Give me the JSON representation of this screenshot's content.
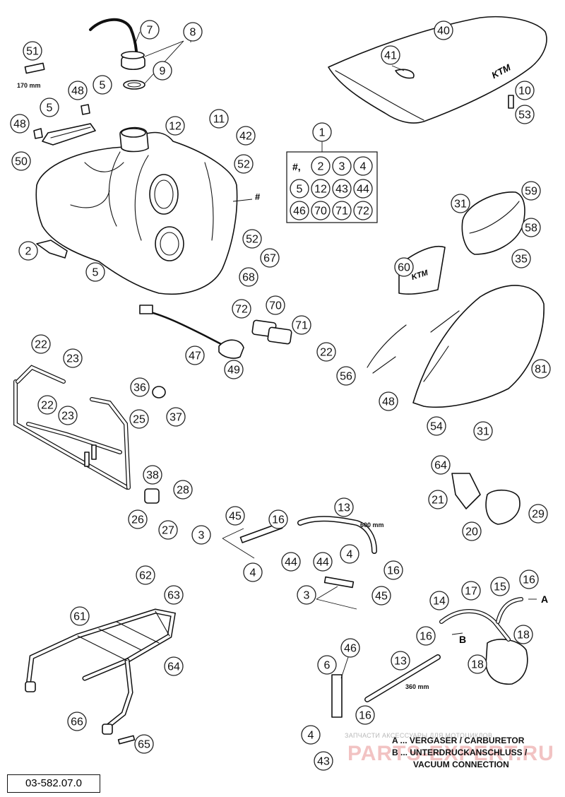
{
  "document_id": "03-582.07.0",
  "callouts": [
    {
      "label": "7"
    },
    {
      "label": "8"
    },
    {
      "label": "9"
    },
    {
      "label": "51"
    },
    {
      "label": "48"
    },
    {
      "label": "5"
    },
    {
      "label": "5"
    },
    {
      "label": "48"
    },
    {
      "label": "50"
    },
    {
      "label": "12"
    },
    {
      "label": "11"
    },
    {
      "label": "42"
    },
    {
      "label": "52"
    },
    {
      "label": "1"
    },
    {
      "label": "2"
    },
    {
      "label": "3"
    },
    {
      "label": "4"
    },
    {
      "label": "5"
    },
    {
      "label": "12"
    },
    {
      "label": "43"
    },
    {
      "label": "44"
    },
    {
      "label": "46"
    },
    {
      "label": "70"
    },
    {
      "label": "71"
    },
    {
      "label": "72"
    },
    {
      "label": "2"
    },
    {
      "label": "5"
    },
    {
      "label": "52"
    },
    {
      "label": "67"
    },
    {
      "label": "68"
    },
    {
      "label": "40"
    },
    {
      "label": "41"
    },
    {
      "label": "10"
    },
    {
      "label": "53"
    },
    {
      "label": "31"
    },
    {
      "label": "59"
    },
    {
      "label": "58"
    },
    {
      "label": "35"
    },
    {
      "label": "60"
    },
    {
      "label": "72"
    },
    {
      "label": "70"
    },
    {
      "label": "71"
    },
    {
      "label": "47"
    },
    {
      "label": "49"
    },
    {
      "label": "22"
    },
    {
      "label": "56"
    },
    {
      "label": "81"
    },
    {
      "label": "48"
    },
    {
      "label": "54"
    },
    {
      "label": "31"
    },
    {
      "label": "22"
    },
    {
      "label": "23"
    },
    {
      "label": "36"
    },
    {
      "label": "37"
    },
    {
      "label": "22"
    },
    {
      "label": "23"
    },
    {
      "label": "25"
    },
    {
      "label": "38"
    },
    {
      "label": "28"
    },
    {
      "label": "26"
    },
    {
      "label": "27"
    },
    {
      "label": "64"
    },
    {
      "label": "21"
    },
    {
      "label": "29"
    },
    {
      "label": "20"
    },
    {
      "label": "45"
    },
    {
      "label": "16"
    },
    {
      "label": "13"
    },
    {
      "label": "3"
    },
    {
      "label": "4"
    },
    {
      "label": "44"
    },
    {
      "label": "44"
    },
    {
      "label": "4"
    },
    {
      "label": "16"
    },
    {
      "label": "3"
    },
    {
      "label": "45"
    },
    {
      "label": "62"
    },
    {
      "label": "63"
    },
    {
      "label": "61"
    },
    {
      "label": "64"
    },
    {
      "label": "66"
    },
    {
      "label": "65"
    },
    {
      "label": "46"
    },
    {
      "label": "6"
    },
    {
      "label": "13"
    },
    {
      "label": "16"
    },
    {
      "label": "4"
    },
    {
      "label": "43"
    },
    {
      "label": "14"
    },
    {
      "label": "17"
    },
    {
      "label": "15"
    },
    {
      "label": "16"
    },
    {
      "label": "16"
    },
    {
      "label": "18"
    },
    {
      "label": "18"
    }
  ],
  "kit_prefix": "#,",
  "tank_marker": "#",
  "letter_a": "A",
  "letter_b": "B",
  "measure_170": "170 mm",
  "measure_600": "600 mm",
  "measure_360": "360 mm",
  "legend_a": "A ... VERGASER / CARBURETOR",
  "legend_b1": "B ... UNTERDRUCKANSCHLUSS /",
  "legend_b2": "VACUUM CONNECTION",
  "watermark_text": "ЗАПЧАСТИ АКСЕССУАРЫ ДЛЯ МОТОЦИКЛОВ",
  "watermark_logo": "PARTS-EXPERT.RU",
  "logo_text": "KTM"
}
